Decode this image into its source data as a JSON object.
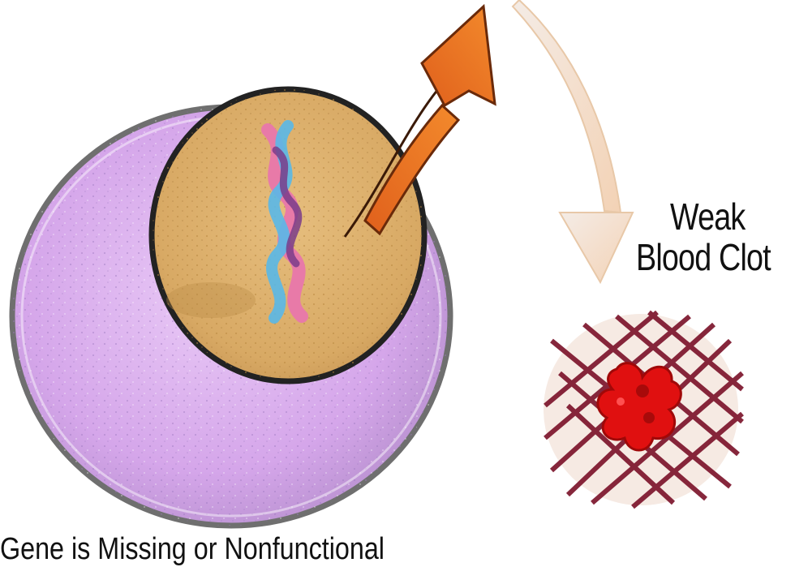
{
  "diagram": {
    "labels": {
      "line1": "Weak",
      "line2": "Blood Clot",
      "caption": "Gene is Missing  or Nonfunctional"
    },
    "icons": {
      "cell": "cell-with-nucleus-icon",
      "dna": "dna-helix-icon",
      "arrow_out": "curved-arrow-icon",
      "arrow_down": "curved-down-arrow-icon",
      "clot": "blood-clot-mesh-icon"
    },
    "colors": {
      "cytoplasm": "#d9a8ec",
      "cytoplasm_edge": "#b98ad0",
      "nucleus": "#dcae6a",
      "arrow_orange": "#f06a20",
      "arrow_peach": "#f6dcc4",
      "clot_red": "#e01010",
      "clot_mesh": "#7a1028"
    }
  }
}
